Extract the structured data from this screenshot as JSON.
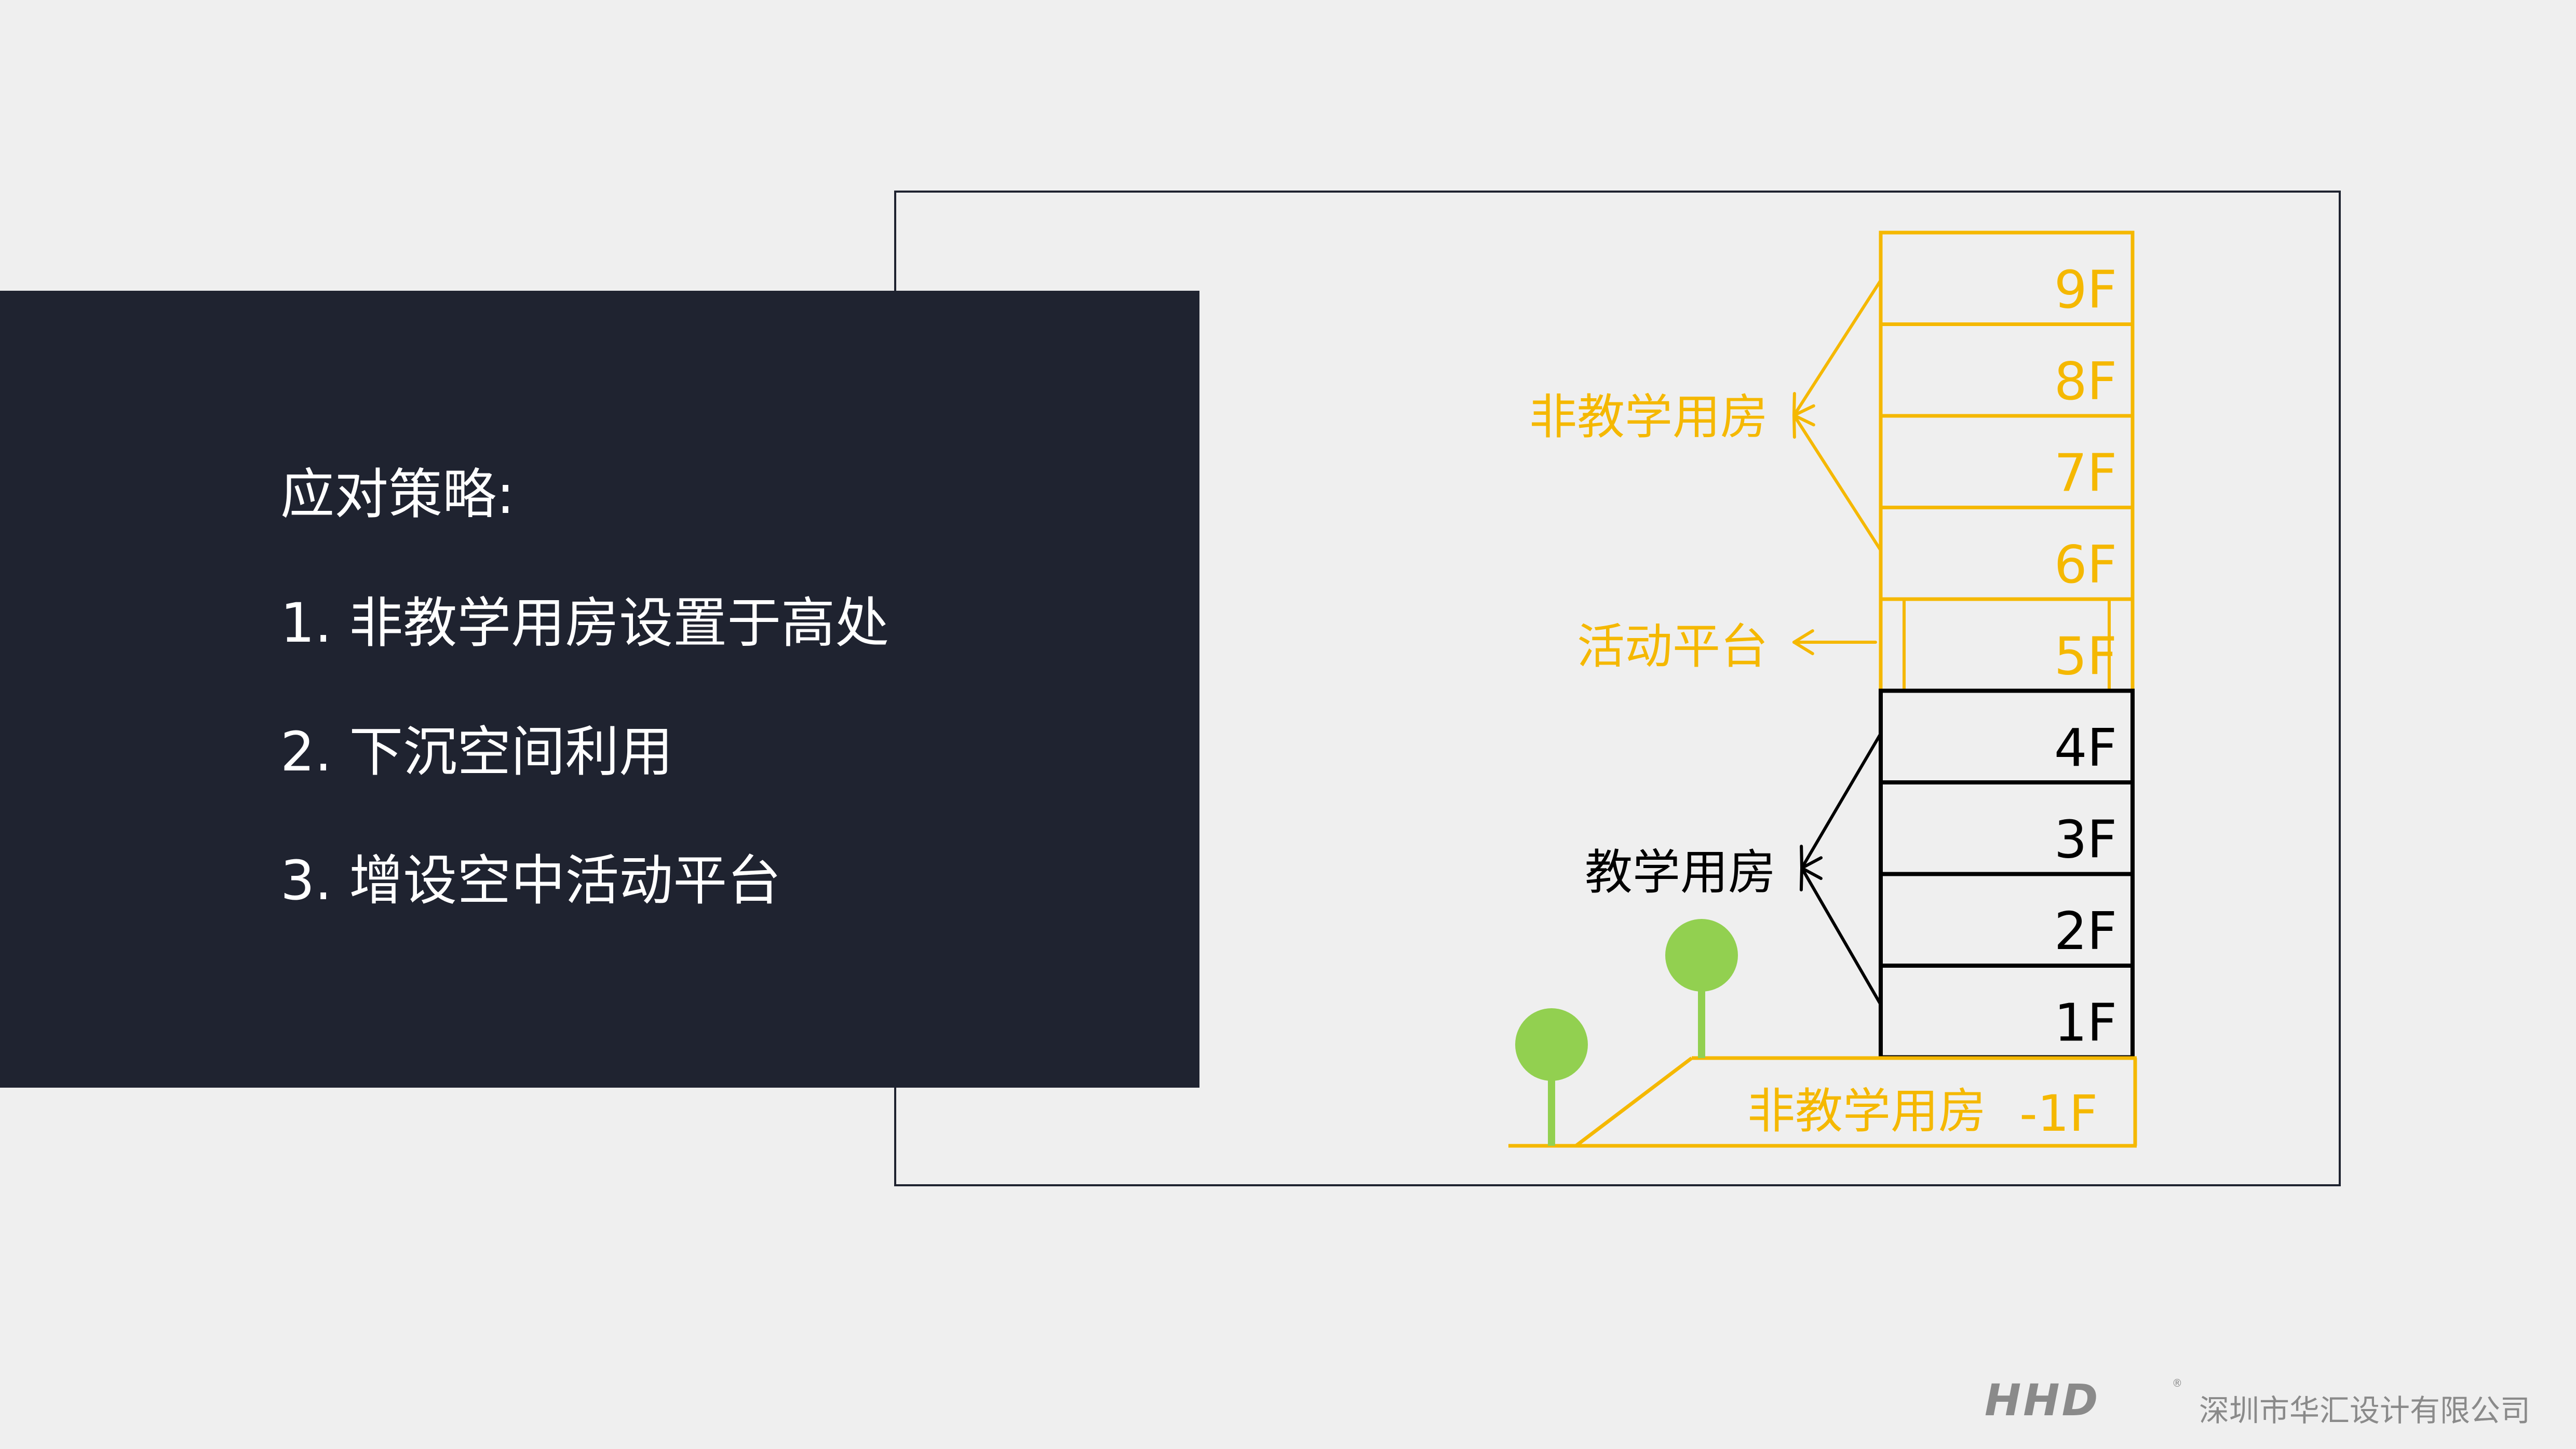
{
  "panel": {
    "heading": "应对策略:",
    "items": [
      "1.  非教学用房设置于高处",
      "2.  下沉空间利用",
      "3.  增设空中活动平台"
    ]
  },
  "diagram": {
    "floors": [
      "9F",
      "8F",
      "7F",
      "6F",
      "5F",
      "4F",
      "3F",
      "2F",
      "1F"
    ],
    "basement": {
      "label": "非教学用房",
      "floor": "-1F"
    },
    "callouts": {
      "upper_non_teaching": "非教学用房",
      "platform": "活动平台",
      "teaching": "教学用房"
    },
    "colors": {
      "yellow": "#f5b800",
      "black": "#000000",
      "tree_green": "#92d050"
    }
  },
  "footer": {
    "logo": "HHD",
    "logo_mark": "®",
    "company": "深圳市华汇设计有限公司"
  }
}
